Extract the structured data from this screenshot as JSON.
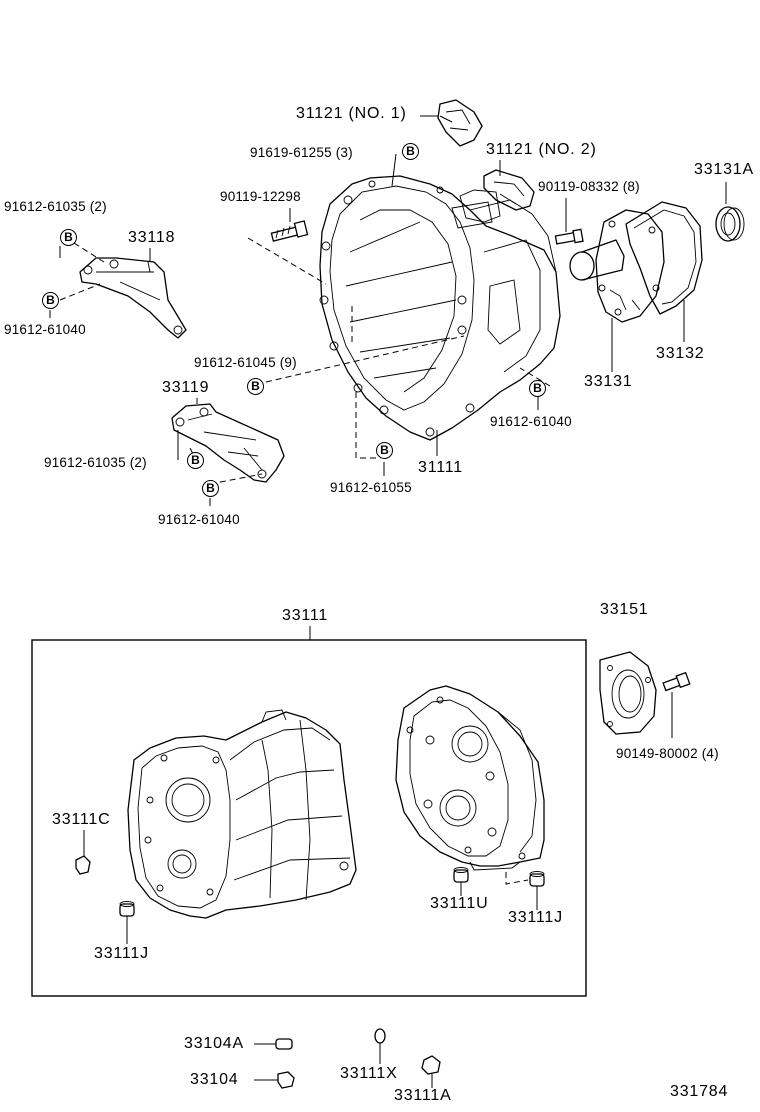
{
  "labels": {
    "p31121_no1": "31121 (NO. 1)",
    "p31121_no2": "31121 (NO. 2)",
    "p91619_61255": "91619-61255 (3)",
    "p90119_08332": "90119-08332 (8)",
    "p33131A": "33131A",
    "p91612_61035_a": "91612-61035 (2)",
    "p90119_12298": "90119-12298",
    "p33118": "33118",
    "p91612_61040_a": "91612-61040",
    "p33132": "33132",
    "p33131": "33131",
    "p91612_61045": "91612-61045 (9)",
    "p33119": "33119",
    "p91612_61040_b": "91612-61040",
    "p91612_61035_b": "91612-61035 (2)",
    "p31111": "31111",
    "p91612_61055": "91612-61055",
    "p91612_61040_c": "91612-61040",
    "p33111": "33111",
    "p33151": "33151",
    "p90149_80002": "90149-80002 (4)",
    "p33111C": "33111C",
    "p33111U": "33111U",
    "p33111J_a": "33111J",
    "p33111J_b": "33111J",
    "p33104A": "33104A",
    "p33104": "33104",
    "p33111X": "33111X",
    "p33111A": "33111A",
    "diagram_id": "331784",
    "marker_b": "B"
  }
}
